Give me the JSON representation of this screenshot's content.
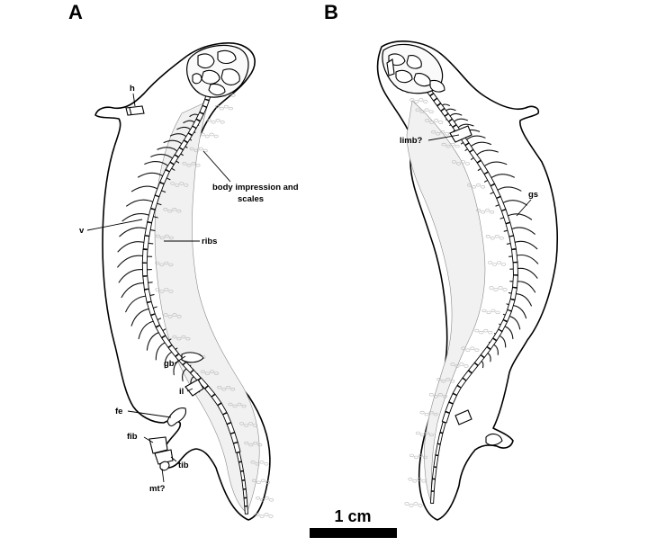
{
  "panels": {
    "a": {
      "letter": "A",
      "labels": {
        "h": "h",
        "body_impression": [
          "body impression and",
          "scales"
        ],
        "v": "v",
        "ribs": "ribs",
        "gb": "gb",
        "il": "il",
        "fe": "fe",
        "fib": "fib",
        "tib": "tib",
        "mt": "mt?"
      }
    },
    "b": {
      "letter": "B",
      "labels": {
        "limb": "limb?",
        "gs": "gs"
      }
    }
  },
  "scale_bar": {
    "label": "1 cm",
    "color": "#000000"
  },
  "colors": {
    "line": "#000000",
    "impression": "#f1f1f1",
    "background": "#ffffff"
  }
}
